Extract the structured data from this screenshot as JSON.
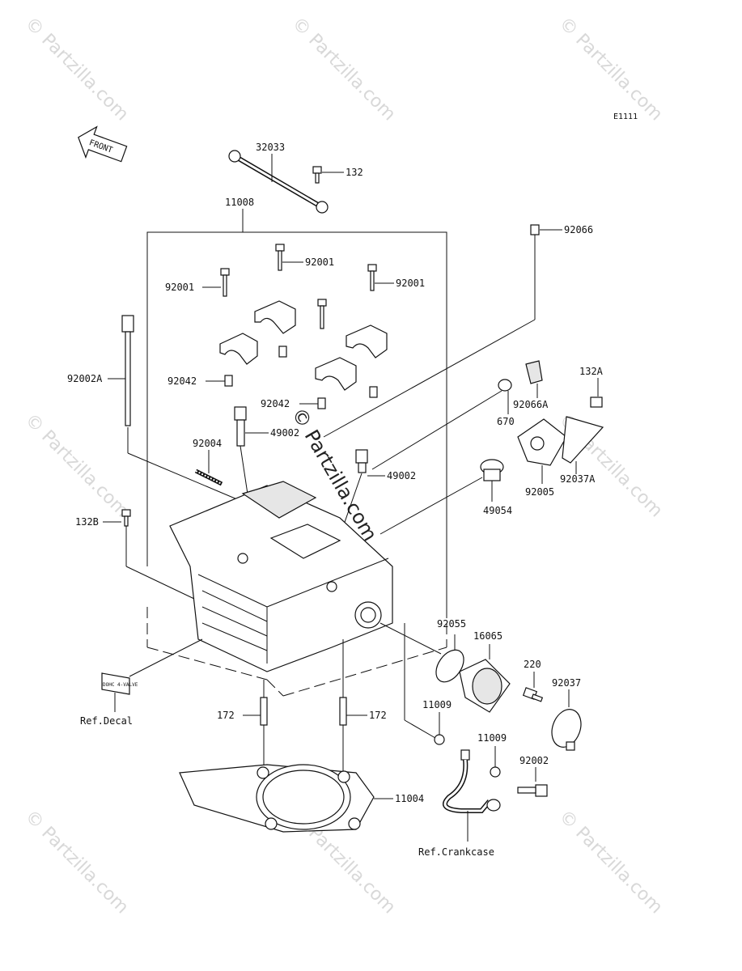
{
  "diagram_code": "E1111",
  "front_label": "FRONT",
  "decal_text": "DOHC 4-VALVE",
  "watermark_text": "© Partzilla.com",
  "center_watermark": "© Partzilla.com",
  "labels": {
    "p32033": "32033",
    "p132": "132",
    "p11008": "11008",
    "p92066": "92066",
    "p92001_a": "92001",
    "p92001_b": "92001",
    "p92001_c": "92001",
    "p92002A": "92002A",
    "p92042_a": "92042",
    "p92042_b": "92042",
    "p132A": "132A",
    "p92066A": "92066A",
    "p670": "670",
    "p49002_a": "49002",
    "p49002_b": "49002",
    "p92004": "92004",
    "p92005": "92005",
    "p92037A": "92037A",
    "p49054": "49054",
    "p132B": "132B",
    "p92055": "92055",
    "p16065": "16065",
    "p220": "220",
    "p92037": "92037",
    "p11009_a": "11009",
    "p11009_b": "11009",
    "p92002": "92002",
    "p172_a": "172",
    "p172_b": "172",
    "p11004": "11004",
    "ref_decal": "Ref.Decal",
    "ref_crankcase": "Ref.Crankcase"
  }
}
